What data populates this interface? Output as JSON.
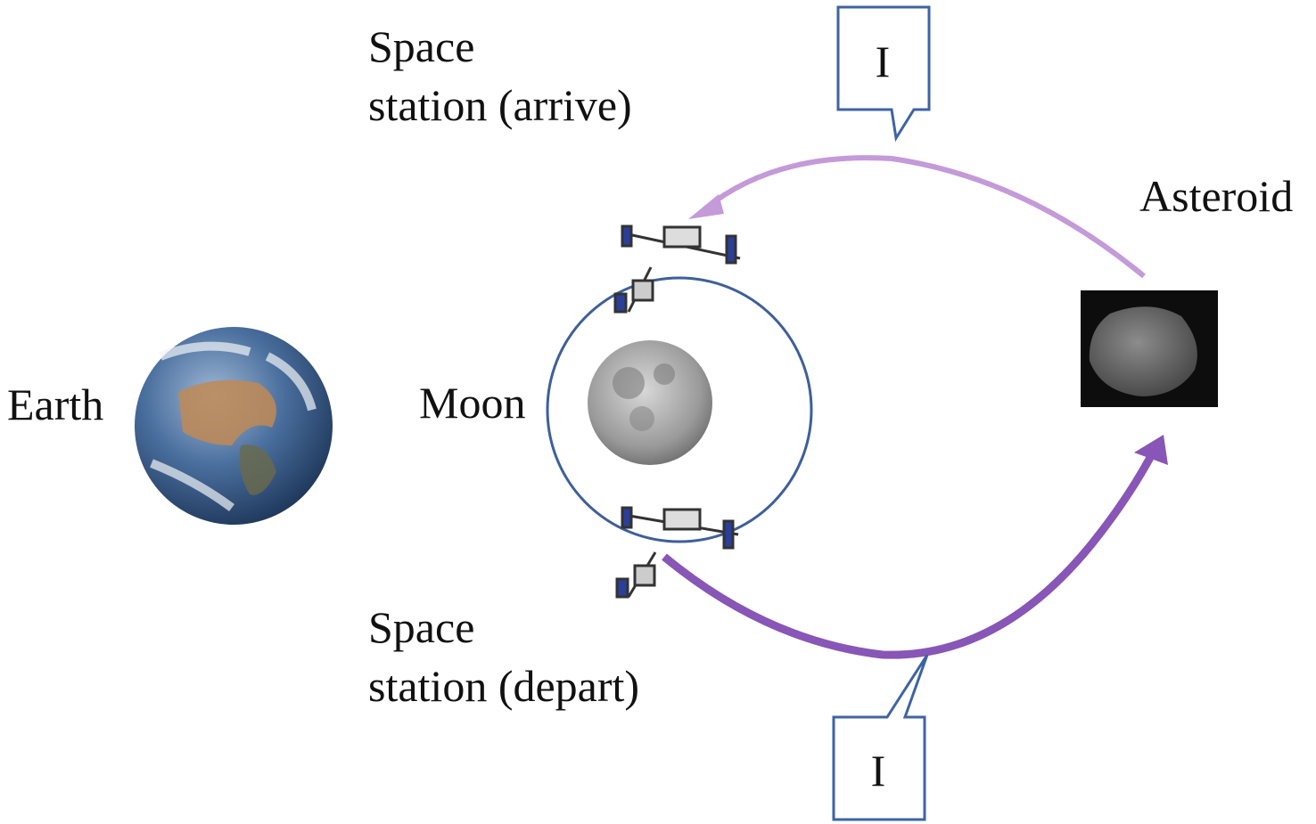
{
  "labels": {
    "earth": "Earth",
    "moon": "Moon",
    "asteroid": "Asteroid",
    "station_arrive_1": "Space",
    "station_arrive_2": "station (arrive)",
    "station_depart_1": "Space",
    "station_depart_2": "station (depart)"
  },
  "callouts": {
    "top": "I",
    "bottom": "I"
  },
  "colors": {
    "return_arrow": "#c49ad9",
    "outbound_arrow": "#8856b6",
    "orbit": "#3e5f9c",
    "callout_border": "#3e63a6"
  }
}
